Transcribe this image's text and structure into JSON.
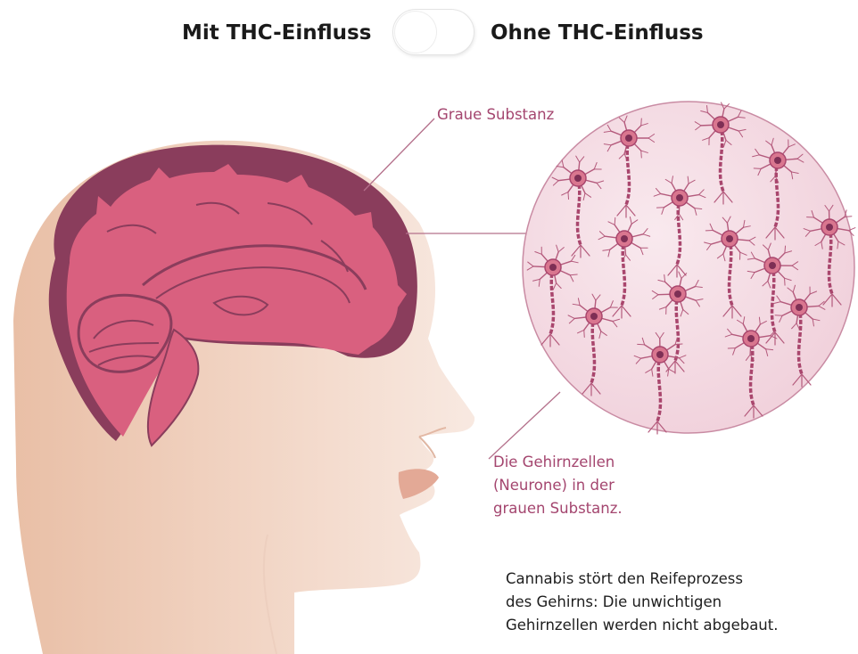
{
  "toggle": {
    "left_label": "Mit THC-Einfluss",
    "right_label": "Ohne THC-Einfluss"
  },
  "labels": {
    "grey_matter": "Graue Substanz",
    "neurons": [
      "Die Gehirnzellen",
      "(Neurone) in der",
      "grauen Substanz."
    ]
  },
  "caption": [
    "Cannabis stört den Reifeprozess",
    "des Gehirns: Die unwichtigen",
    "Gehirnzellen werden nicht abgebaut."
  ],
  "colors": {
    "brain": "#d9607f",
    "grey_matter": "#8a3d5c",
    "annotation": "#a4466f",
    "skin": "#f1d3c1"
  }
}
